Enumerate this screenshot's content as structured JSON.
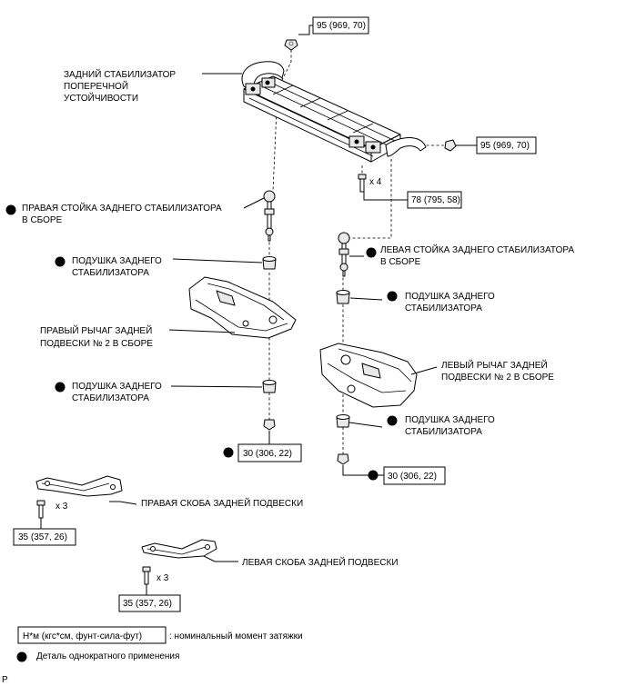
{
  "labels": {
    "rear_stabilizer_bar": [
      "ЗАДНИЙ СТАБИЛИЗАТОР",
      "ПОПЕРЕЧНОЙ",
      "УСТОЙЧИВОСТИ"
    ],
    "right_link": [
      "ПРАВАЯ СТОЙКА ЗАДНЕГО СТАБИЛИЗАТОРА",
      "В СБОРЕ"
    ],
    "right_bushing_upper": [
      "ПОДУШКА ЗАДНЕГО",
      "СТАБИЛИЗАТОРА"
    ],
    "right_arm": [
      "ПРАВЫЙ РЫЧАГ ЗАДНЕЙ",
      "ПОДВЕСКИ № 2 В СБОРЕ"
    ],
    "right_bushing_lower": [
      "ПОДУШКА ЗАДНЕГО",
      "СТАБИЛИЗАТОРА"
    ],
    "left_link": [
      "ЛЕВАЯ СТОЙКА ЗАДНЕГО СТАБИЛИЗАТОРА",
      "В СБОРЕ"
    ],
    "left_bushing_upper": [
      "ПОДУШКА ЗАДНЕГО",
      "СТАБИЛИЗАТОРА"
    ],
    "left_arm": [
      "ЛЕВЫЙ РЫЧАГ ЗАДНЕЙ",
      "ПОДВЕСКИ № 2 В СБОРЕ"
    ],
    "left_bushing_lower": [
      "ПОДУШКА ЗАДНЕГО",
      "СТАБИЛИЗАТОРА"
    ],
    "right_bracket": "ПРАВАЯ СКОБА ЗАДНЕЙ ПОДВЕСКИ",
    "left_bracket": "ЛЕВАЯ СКОБА ЗАДНЕЙ ПОДВЕСКИ"
  },
  "torques": {
    "top_nut": "95 (969, 70)",
    "right_nut": "95 (969, 70)",
    "bar_bolts": "78 (795, 58)",
    "right_link_nut": "30 (306, 22)",
    "left_link_nut": "30 (306, 22)",
    "right_bracket_bolts": "35 (357, 26)",
    "left_bracket_bolts": "35 (357, 26)"
  },
  "quantities": {
    "bar_bolts": "x 4",
    "right_bracket_bolts": "x 3",
    "left_bracket_bolts": "x 3"
  },
  "legend": {
    "torque_box": "Н*м (кгс*см, фунт-сила-фут)",
    "torque_text": ": номинальный момент затяжки",
    "single_use": "Деталь однократного применения"
  },
  "corner_letter": "P"
}
